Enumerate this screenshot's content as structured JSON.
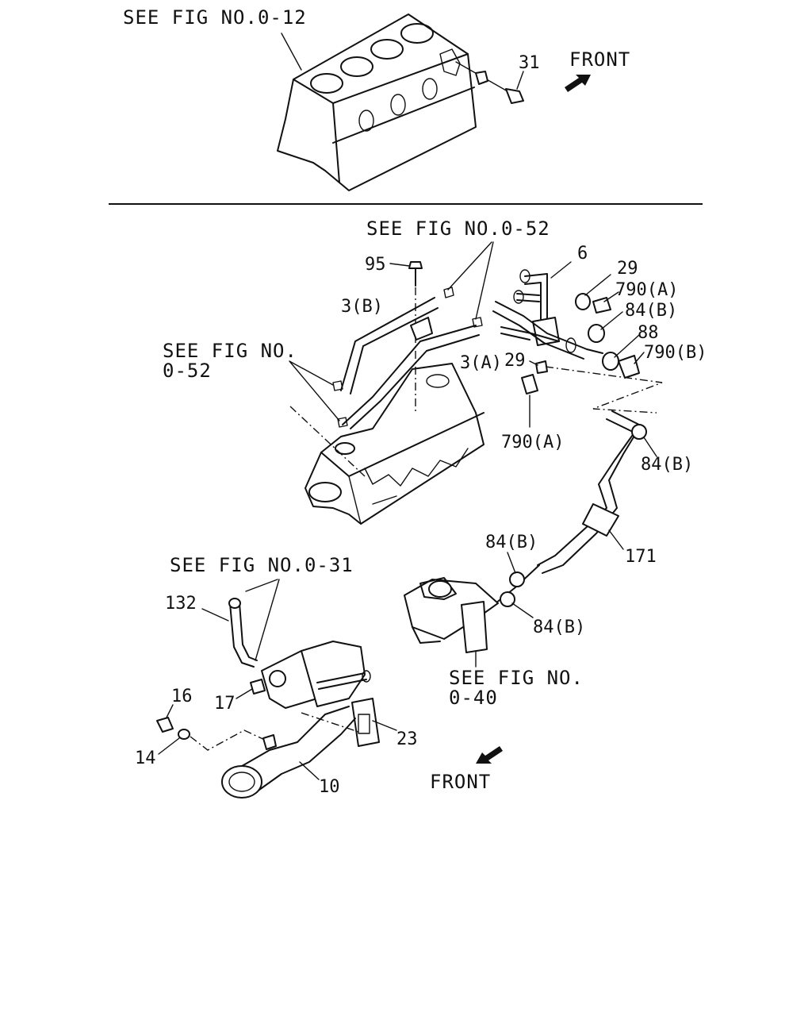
{
  "refs": {
    "top_block": "SEE FIG NO.0-12",
    "manifold_top": "SEE FIG NO.0-52",
    "left_a": "SEE FIG NO.",
    "left_b": "0-52",
    "thermostat": "SEE FIG NO.0-31",
    "heater_a": "SEE FIG NO.",
    "heater_b": "0-40"
  },
  "front_labels": {
    "top": "FRONT",
    "bottom": "FRONT"
  },
  "parts": {
    "p31": "31",
    "p95": "95",
    "p3b": "3(B)",
    "p3a": "3(A)",
    "p6": "6",
    "p29_top": "29",
    "p790a_top": "790(A)",
    "p84b_top": "84(B)",
    "p88": "88",
    "p790b": "790(B)",
    "p29_mid": "29",
    "p790a_low": "790(A)",
    "p84b_right": "84(B)",
    "p171": "171",
    "p84b_left": "84(B)",
    "p84b_bottom": "84(B)",
    "p132": "132",
    "p16": "16",
    "p17": "17",
    "p14": "14",
    "p23": "23",
    "p10": "10"
  }
}
